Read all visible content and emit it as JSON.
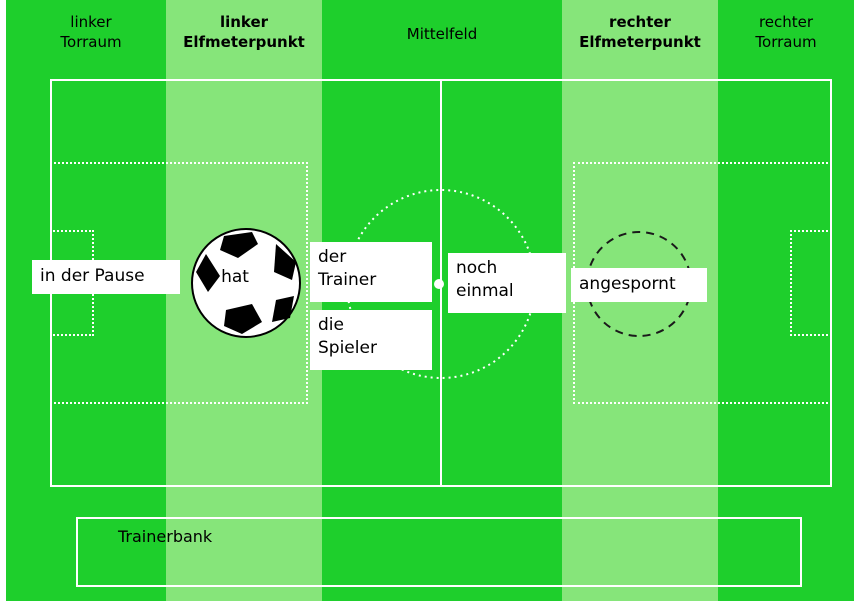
{
  "zones": [
    {
      "label_line1": "linker",
      "label_line2": "Torraum",
      "bold": false
    },
    {
      "label_line1": "linker",
      "label_line2": "Elfmeterpunkt",
      "bold": true
    },
    {
      "label_line1": "Mittelfeld",
      "label_line2": "",
      "bold": false
    },
    {
      "label_line1": "rechter",
      "label_line2": "Elfmeterpunkt",
      "bold": true
    },
    {
      "label_line1": "rechter",
      "label_line2": "Torraum",
      "bold": false
    }
  ],
  "words": {
    "in_der_pause": "in der Pause",
    "hat": "hat",
    "der_trainer_1": "der",
    "der_trainer_2": "Trainer",
    "die_spieler_1": "die",
    "die_spieler_2": "Spieler",
    "noch_einmal_1": "noch",
    "noch_einmal_2": "einmal",
    "angespornt": "angespornt"
  },
  "bench": {
    "label": "Trainerbank"
  },
  "colors": {
    "grass_dark": "#1ecf2c",
    "grass_light": "#86e57a",
    "lines": "#ffffff"
  }
}
